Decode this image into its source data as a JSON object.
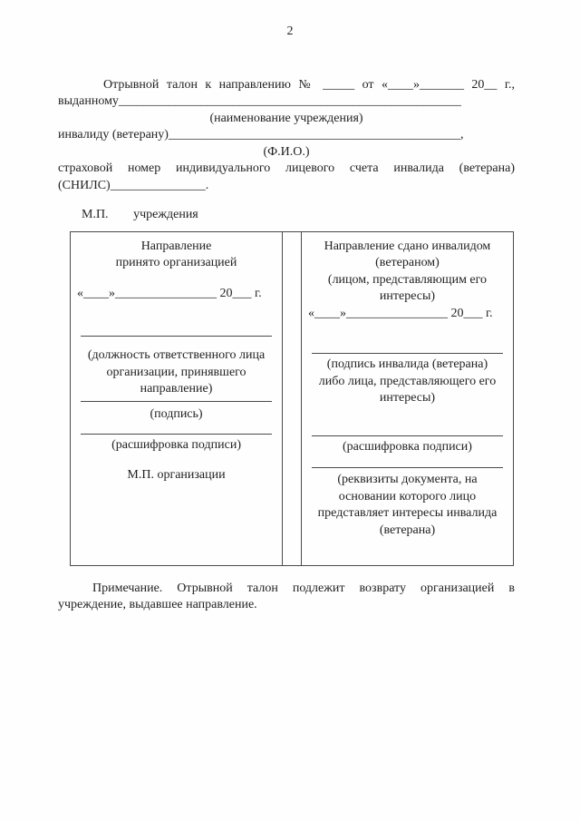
{
  "page_number": "2",
  "intro": {
    "line1": "Отрывной талон к направлению № _____ от «____»_______ 20__ г.,",
    "line2": "выданному______________________________________________________",
    "institution_caption": "(наименование учреждения)",
    "line4": "инвалиду (ветерану)______________________________________________,",
    "fio_caption": "(Ф.И.О.)",
    "line6": "страховой номер индивидуального лицевого счета инвалида (ветерана)",
    "line7": "(СНИЛС)_______________."
  },
  "stamp": {
    "mp": "М.П.",
    "holder": "учреждения"
  },
  "table": {
    "left": {
      "title": "Направление\nпринято организацией",
      "date_line": "«____»________________ 20___ г.",
      "position_caption": "(должность ответственного лица\nорганизации, принявшего\nнаправление)",
      "signature_caption": "(подпись)",
      "transcript_caption": "(расшифровка подписи)",
      "stamp": "М.П. организации"
    },
    "right": {
      "title": "Направление сдано инвалидом\n(ветераном)\n(лицом, представляющим его\nинтересы)",
      "date_line": "«____»________________ 20___ г.",
      "signature_caption": "(подпись инвалида (ветерана)\nлибо лица, представляющего его\nинтересы)",
      "transcript_caption": "(расшифровка подписи)",
      "document_caption": "(реквизиты документа, на\nосновании которого лицо\nпредставляет интересы инвалида\n(ветерана)"
    }
  },
  "note": {
    "line1": "Примечание. Отрывной талон подлежит возврату организацией в",
    "line2": "учреждение, выдавшее направление."
  }
}
